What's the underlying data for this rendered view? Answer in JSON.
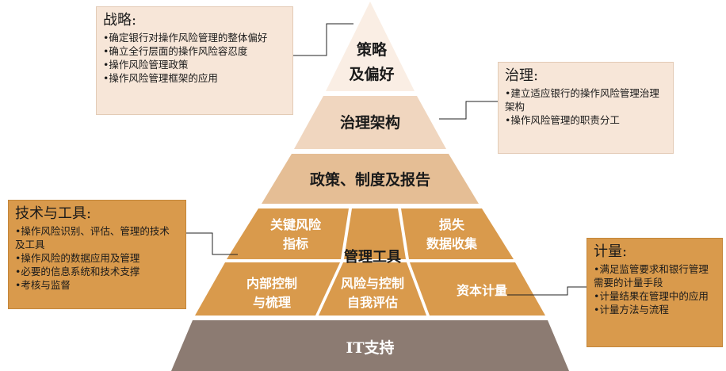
{
  "pyramid": {
    "apex": {
      "line1": "策略",
      "line2": "及偏好"
    },
    "governance": "治理架构",
    "policy": "政策、制度及报告",
    "tools_center": "管理工具",
    "kri": {
      "line1": "关键风险",
      "line2": "指标"
    },
    "loss": {
      "line1": "损失",
      "line2": "数据收集"
    },
    "internal_control": {
      "line1": "内部控制",
      "line2": "与梳理"
    },
    "rcsa": {
      "line1": "风险与控制",
      "line2": "自我评估"
    },
    "capital": "资本计量",
    "it": "IT支持"
  },
  "callouts": {
    "strategy": {
      "title": "战略:",
      "items": [
        "确定银行对操作风险管理的整体偏好",
        "确立全行层面的操作风险容忍度",
        "操作风险管理政策",
        "操作风险管理框架的应用"
      ]
    },
    "governance": {
      "title": "治理:",
      "items": [
        "建立适应银行的操作风险管理治理架构",
        "操作风险管理的职责分工"
      ]
    },
    "tech": {
      "title": "技术与工具:",
      "items": [
        "操作风险识别、评估、管理的技术及工具",
        "操作风险的数据应用及管理",
        "必要的信息系统和技术支撑",
        "考核与监督"
      ]
    },
    "measure": {
      "title": "计量:",
      "items": [
        "满足监管要求和银行管理需要的计量手段",
        "计量结果在管理中的应用",
        "计量方法与流程"
      ]
    }
  },
  "colors": {
    "apex": "#faeee4",
    "governance": "#f0d6bf",
    "policy": "#e5be95",
    "tools": "#d99a4c",
    "it": "#8c7b72"
  }
}
